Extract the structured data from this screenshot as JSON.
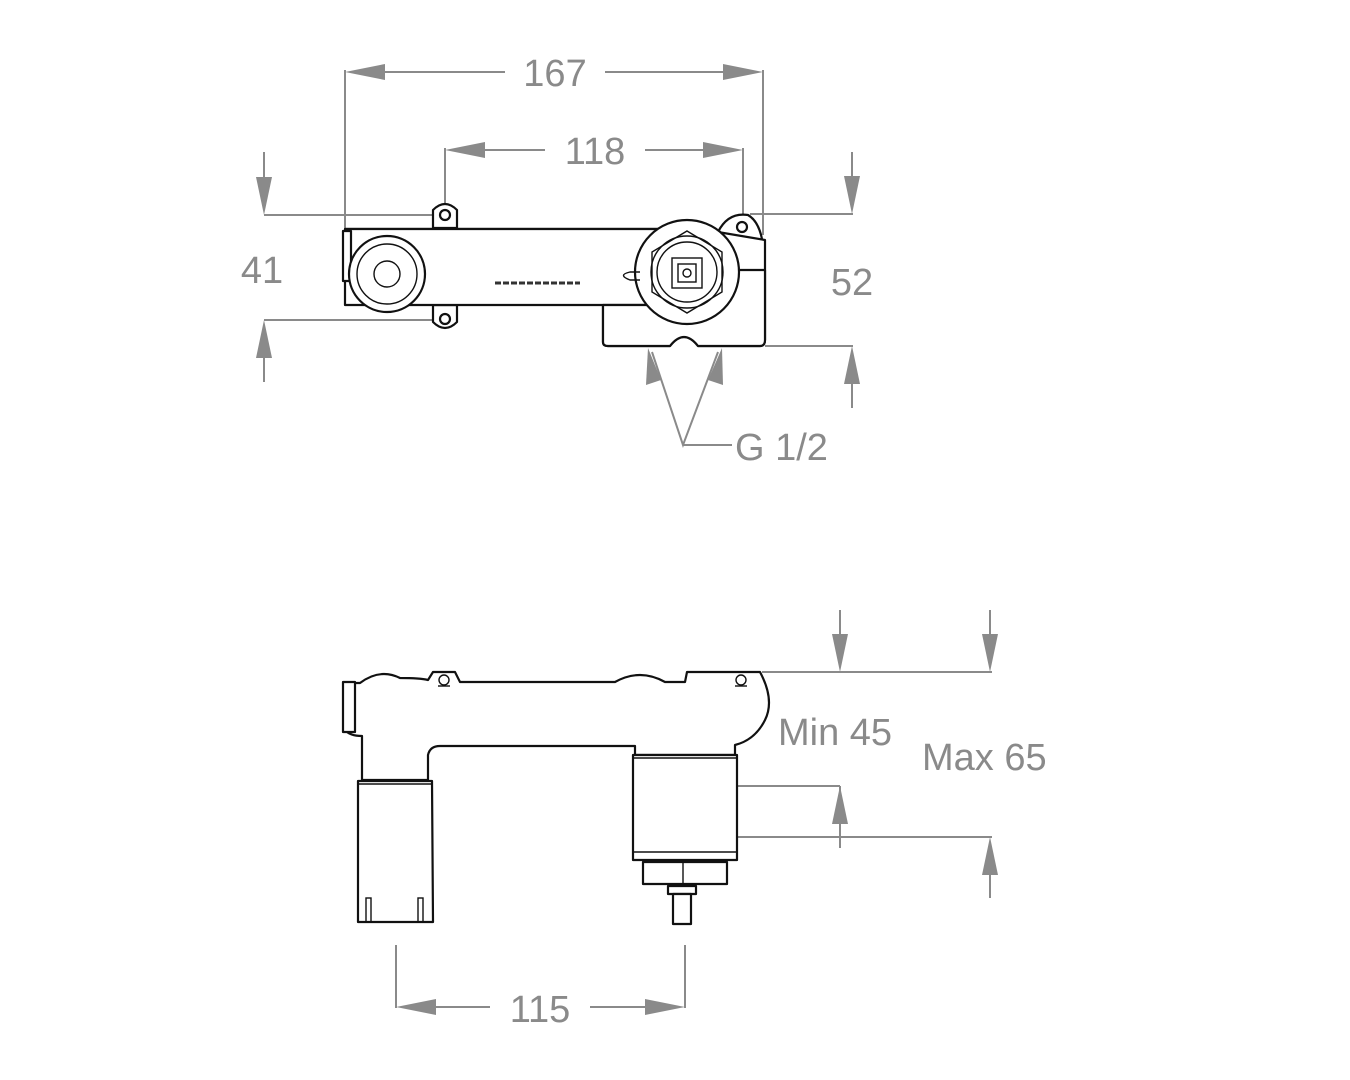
{
  "drawing": {
    "top_view": {
      "dimensions": {
        "overall_width": "167",
        "hole_spacing": "118",
        "left_height": "41",
        "right_height": "52",
        "thread": "G 1/2"
      }
    },
    "side_view": {
      "dimensions": {
        "wall_depth_min": "Min 45",
        "wall_depth_max": "Max 65",
        "outlet_spacing": "115"
      }
    },
    "colors": {
      "dimension_lines": "#8a8a8a",
      "part_outline": "#111111",
      "background": "#ffffff"
    }
  }
}
